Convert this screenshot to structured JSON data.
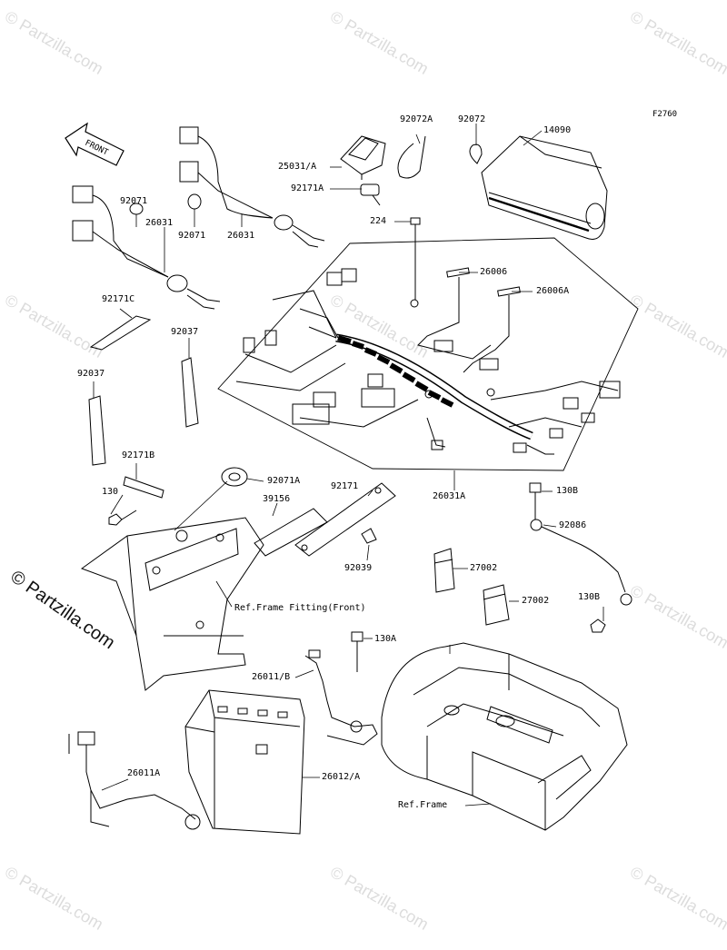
{
  "figure_code": "F2760",
  "front_arrow_label": "FRONT",
  "watermark_text": "© Partzilla.com",
  "watermark_main": "© Partzilla.com",
  "callouts": {
    "p92072A": "92072A",
    "p92072": "92072",
    "p14090": "14090",
    "p25031A": "25031/A",
    "p92171A": "92171A",
    "p224": "224",
    "p92071a": "92071",
    "p92071b": "92071",
    "p26031a": "26031",
    "p26031b": "26031",
    "p26006": "26006",
    "p26006A": "26006A",
    "p92171C": "92171C",
    "p92037a": "92037",
    "p92037b": "92037",
    "p92171B": "92171B",
    "p130": "130",
    "p92071A": "92071A",
    "p39156": "39156",
    "p92171": "92171",
    "p26031A": "26031A",
    "p130B_top": "130B",
    "p92086": "92086",
    "p92039": "92039",
    "p27002a": "27002",
    "p27002b": "27002",
    "p130B_bot": "130B",
    "pRefFront": "Ref.Frame Fitting(Front)",
    "p130A": "130A",
    "p26011B": "26011/B",
    "p26011A": "26011A",
    "p26012A": "26012/A",
    "pRefFrame": "Ref.Frame"
  }
}
